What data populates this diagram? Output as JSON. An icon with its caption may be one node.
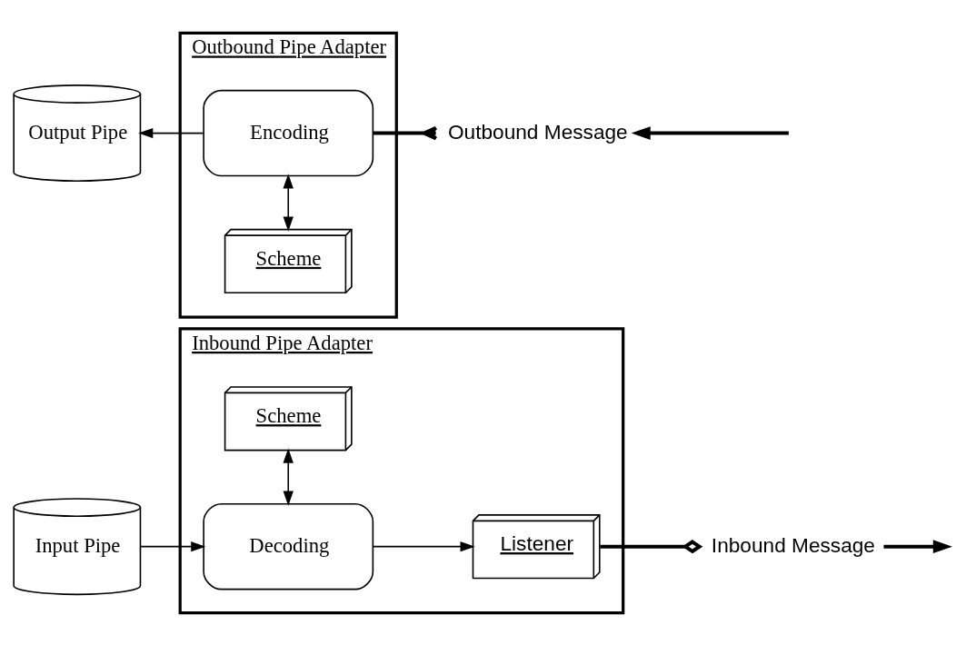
{
  "diagram": {
    "nodes": [
      {
        "text": [
          "Outbound Pipe Adapter"
        ]
      },
      {
        "text": [
          "Scheme"
        ],
        "in": 0
      },
      {
        "text": [
          "Encoding"
        ],
        "in": 0
      },
      {
        "text": [
          "Output Pipe"
        ]
      },
      {
        "text": [
          "Outbound Message"
        ]
      },
      {
        "text": [
          "Inbound Pipe Adapter"
        ]
      },
      {
        "text": [
          "Input Pipe"
        ]
      },
      {
        "text": [
          "Decoding"
        ],
        "in": 5
      },
      {
        "text": [
          "Listener"
        ],
        "in": 5
      },
      {
        "text": [
          "Scheme"
        ],
        "in": 5
      },
      {
        "text": [
          "Inbound Message"
        ]
      }
    ],
    "edges": [
      {
        "from": 1,
        "to": 2,
        "arrow": "both"
      },
      {
        "from": 2,
        "to": 3,
        "arrow": "to"
      },
      {
        "from": 2,
        "to": 4,
        "arrow": "other",
        "style": "thick"
      },
      {
        "from": null,
        "to": 4,
        "arrow": "to",
        "style": "thick"
      },
      {
        "from": 6,
        "to": 7,
        "arrow": "to"
      },
      {
        "from": 7,
        "to": 8,
        "arrow": "to"
      },
      {
        "from": 7,
        "to": 9,
        "arrow": "both"
      },
      {
        "from": 8,
        "to": 10,
        "arrow": "other",
        "style": "thick"
      },
      {
        "from": 10,
        "to": null,
        "arrow": "to",
        "style": "thick"
      }
    ]
  }
}
